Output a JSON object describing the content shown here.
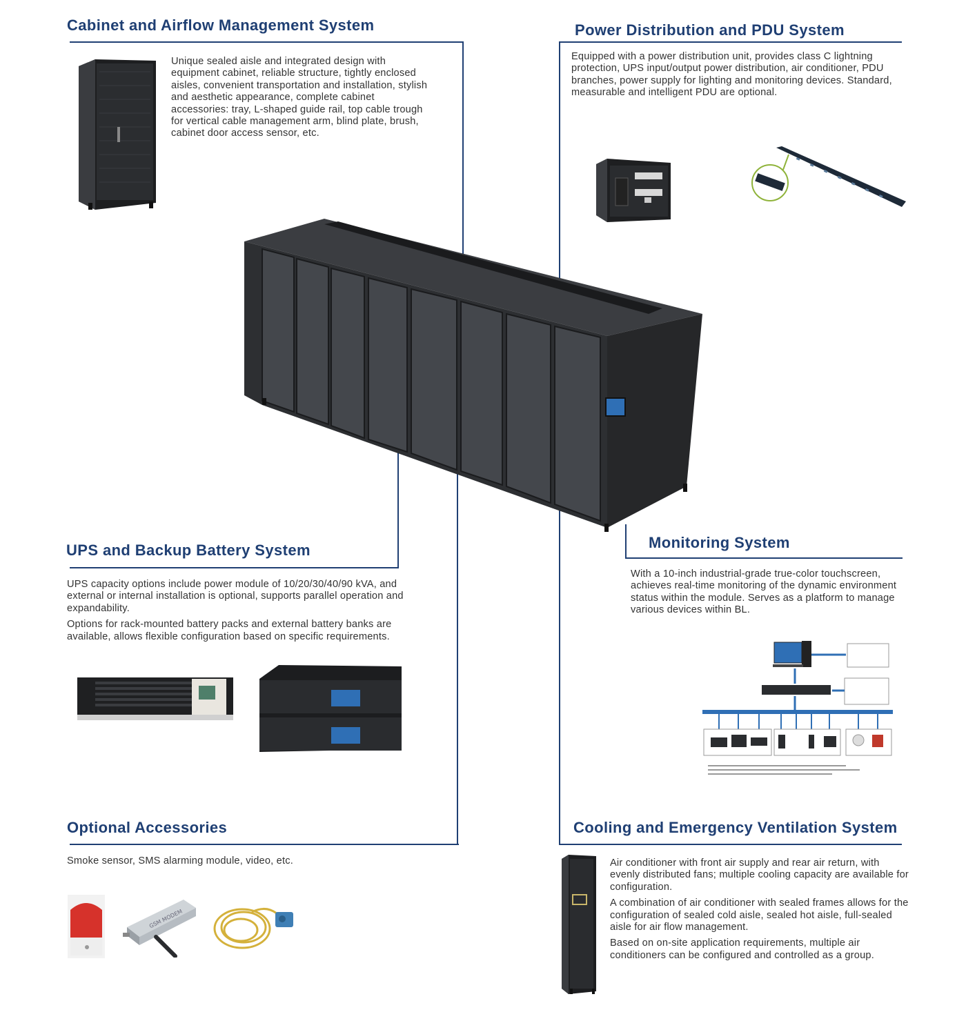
{
  "sections": {
    "cabinet": {
      "title": "Cabinet and Airflow Management System",
      "paragraphs": [
        "Unique sealed aisle and integrated design with equipment cabinet, reliable structure, tightly enclosed aisles, convenient transportation and installation, stylish and aesthetic appearance, complete cabinet accessories: tray, L-shaped guide rail, top cable trough for vertical cable management arm, blind plate, brush, cabinet door access sensor, etc."
      ]
    },
    "power": {
      "title": "Power Distribution and PDU System",
      "paragraphs": [
        "Equipped with a power distribution unit, provides class C lightning protection, UPS input/output power distribution, air conditioner, PDU branches, power supply for lighting and monitoring devices. Standard, measurable and intelligent PDU are optional."
      ]
    },
    "ups": {
      "title": "UPS and Backup Battery System",
      "paragraphs": [
        "UPS capacity options include power module of 10/20/30/40/90 kVA, and external or internal installation is optional, supports parallel operation and expandability.",
        "Options for rack-mounted battery packs and external battery banks are available, allows flexible configuration based on specific requirements."
      ]
    },
    "monitoring": {
      "title": "Monitoring System",
      "paragraphs": [
        "With a 10-inch industrial-grade true-color touchscreen, achieves real-time monitoring of the dynamic environment status within the module. Serves as a platform to manage various devices within BL."
      ]
    },
    "accessories": {
      "title": "Optional Accessories",
      "paragraphs": [
        "Smoke sensor, SMS alarming module, video, etc."
      ]
    },
    "cooling": {
      "title": "Cooling and Emergency Ventilation System",
      "paragraphs": [
        "Air conditioner with front air supply and rear air return, with evenly distributed fans; multiple cooling capacity are available for configuration.",
        "A combination of air conditioner with sealed frames allows for the configuration of sealed cold aisle, sealed hot aisle, full-sealed aisle for air flow management.",
        "Based on on-site application requirements, multiple air conditioners can be configured and controlled as a group."
      ]
    }
  },
  "colors": {
    "title": "#1f3f73",
    "text": "#333333",
    "rack": "#2a2c2f",
    "accent_green": "#8fb33a",
    "diagram_blue": "#2f6fb5"
  },
  "module_labels": {
    "gsm_modem": "GSM MODEM"
  }
}
